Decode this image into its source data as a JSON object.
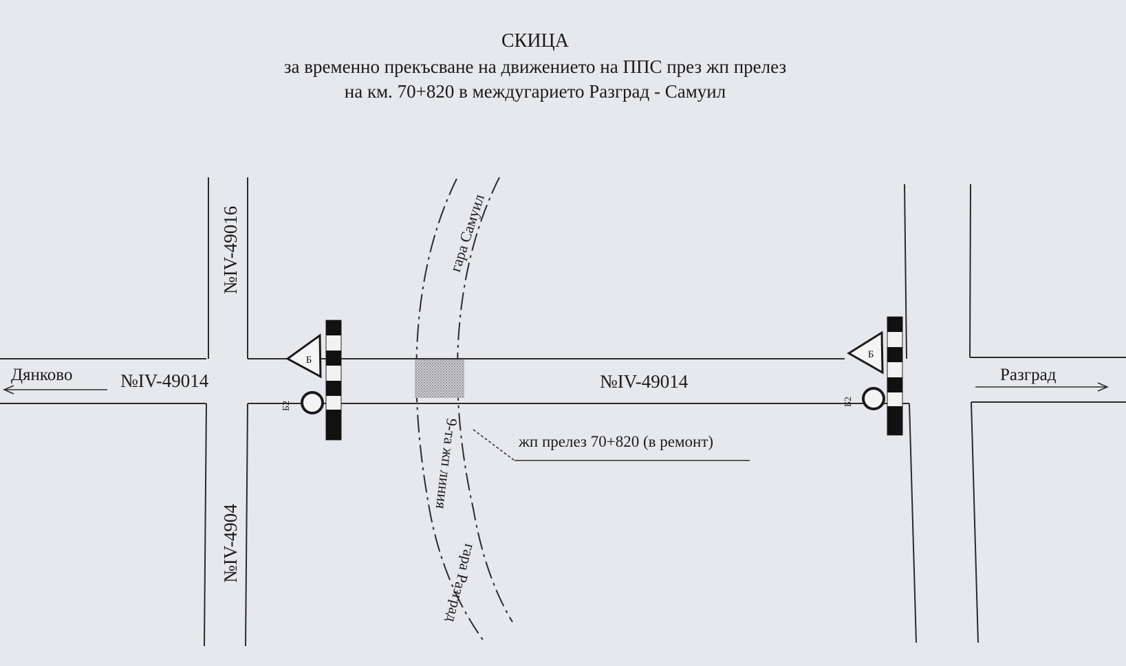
{
  "title": {
    "line1": "СКИЦА",
    "line2": "за временно прекъсване на движението на ППС през жп прелез",
    "line3": "на км. 70+820 в междугарието Разград - Самуил"
  },
  "roads": {
    "main_left": "№IV-49014",
    "main_center": "№IV-49014",
    "north_side": "№IV-49016",
    "south_side": "№IV-4904"
  },
  "destinations": {
    "west": "Дянково",
    "east": "Разград"
  },
  "railway": {
    "north_station": "гара Самуил",
    "line_name": "9-та жп линия",
    "south_station": "гара Разград",
    "crossing_note": "жп прелез 70+820 (в ремонт)"
  },
  "signs": {
    "triangle_glyph": "Б",
    "circle_label": "Б2"
  },
  "colors": {
    "paper": "#e7e8ed",
    "ink": "#1a1a1a"
  }
}
